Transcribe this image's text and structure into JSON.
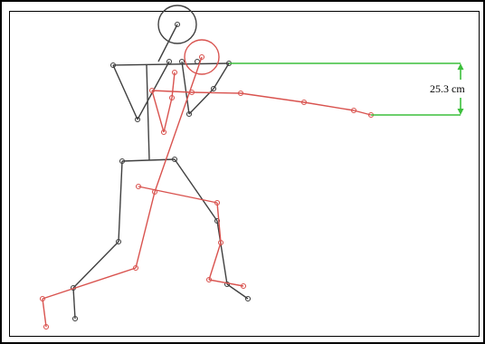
{
  "measurement": {
    "label": "25.3 cm",
    "color": "#3cbf3c"
  },
  "skeletons": {
    "reference": {
      "color": "#404040",
      "joint_color": "#404040",
      "name": "gray-skeleton"
    },
    "comparison": {
      "color": "#d9534f",
      "joint_color": "#d9534f",
      "name": "red-skeleton"
    }
  }
}
